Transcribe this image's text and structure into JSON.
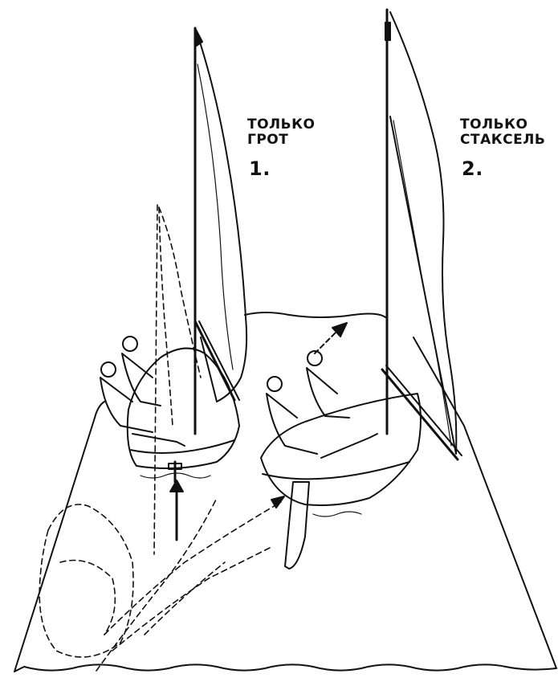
{
  "labels": {
    "boat1": {
      "line1": "ТОЛЬКО",
      "line2": "ГРОТ",
      "number": "1."
    },
    "boat2": {
      "line1": "ТОЛЬКО",
      "line2": "СТАКСЕЛЬ",
      "number": "2."
    }
  },
  "colors": {
    "ink": "#111111",
    "paper": "#ffffff"
  }
}
